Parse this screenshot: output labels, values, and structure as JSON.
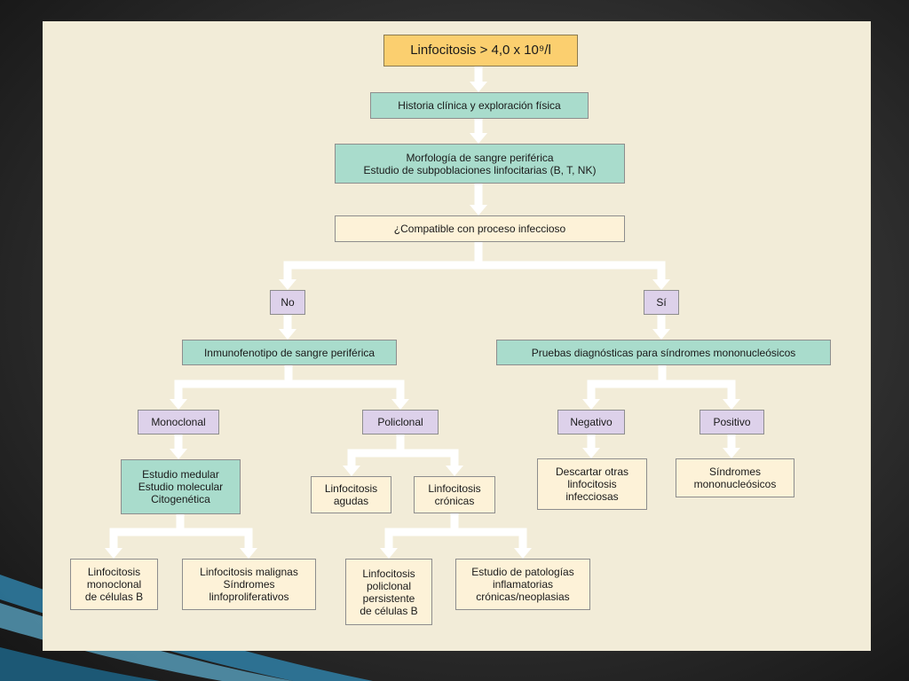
{
  "colors": {
    "start": "#fbcf6f",
    "step": "#a9dccc",
    "branch": "#ddd1ea",
    "outcome": "#fdf2d8",
    "connector": "#ffffff",
    "panel": "#f2ecd8"
  },
  "flowchart": {
    "start": "Linfocitosis > 4,0 x 10⁹/l",
    "history": "Historia clínica y exploración física",
    "morphology": "Morfología de sangre periférica\nEstudio de subpoblaciones linfocitarias (B, T, NK)",
    "question": "¿Compatible con proceso infeccioso",
    "no": "No",
    "yes": "Sí",
    "immunophenotype": "Inmunofenotipo de sangre periférica",
    "mono_tests": "Pruebas diagnósticas para síndromes mononucleósicos",
    "monoclonal": "Monoclonal",
    "polyclonal": "Policlonal",
    "negative": "Negativo",
    "positive": "Positivo",
    "medullary": "Estudio medular\nEstudio molecular\nCitogenética",
    "acute": "Linfocitosis\nagudas",
    "chronic": "Linfocitosis\ncrónicas",
    "rule_out": "Descartar otras\nlinfocitosis\ninfecciosas",
    "mono_syndromes": "Síndromes\nmononucleósicos",
    "b_monoclonal": "Linfocitosis\nmonoclonal\nde células B",
    "malignant": "Linfocitosis malignas\nSíndromes\nlinfoproliferativos",
    "b_polyclonal": "Linfocitosis\npoliclonal\npersistente\nde células B",
    "inflammatory": "Estudio de patologías\ninflamatorias\ncrónicas/neoplasias"
  }
}
